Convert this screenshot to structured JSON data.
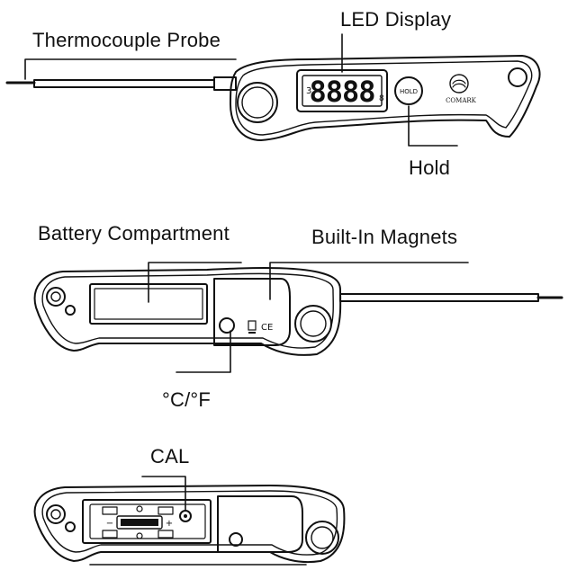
{
  "labels": {
    "thermocouple_probe": "Thermocouple Probe",
    "led_display": "LED Display",
    "hold": "Hold",
    "battery_compartment": "Battery Compartment",
    "built_in_magnets": "Built-In Magnets",
    "unit_switch": "°C/°F",
    "cal": "CAL"
  },
  "device_markings": {
    "display_digits": "8888",
    "display_left_marks": "3",
    "display_right_marks": "8",
    "hold_button": "HOLD",
    "brand": "COMARK",
    "ce_mark": "CE",
    "battery_minus": "−",
    "battery_plus": "+"
  },
  "colors": {
    "outline": "#111111",
    "background": "#ffffff"
  }
}
